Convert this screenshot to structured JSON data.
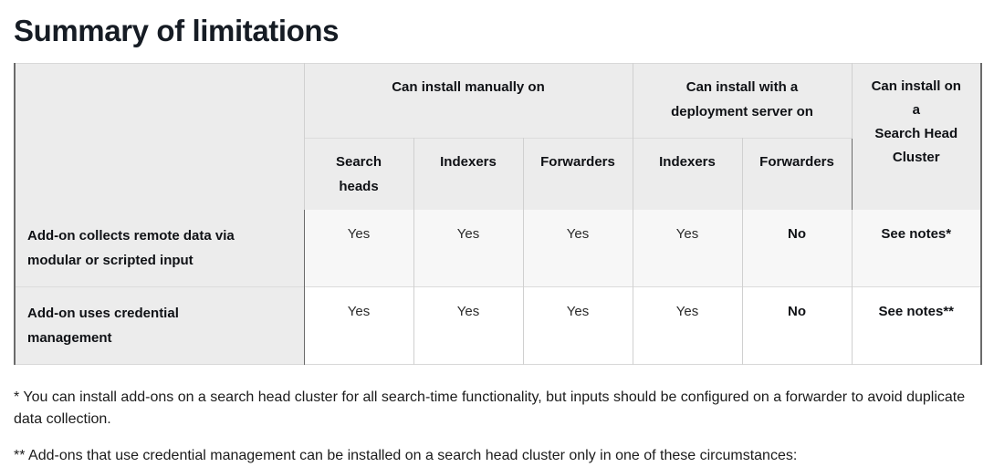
{
  "page": {
    "title": "Summary of limitations"
  },
  "table": {
    "corner_label": "",
    "group_headers": [
      {
        "label": "Can install manually on",
        "span": 3
      },
      {
        "label": "Can install with a\ndeployment server on",
        "span": 2
      }
    ],
    "group_manual": "Can install manually on",
    "group_deploy_line1": "Can install with a",
    "group_deploy_line2": "deployment server on",
    "shc_line1": "Can install on",
    "shc_line2": "a",
    "shc_line3": "Search Head",
    "shc_line4": "Cluster",
    "sub_headers": [
      "Search heads",
      "Indexers",
      "Forwarders",
      "Indexers",
      "Forwarders"
    ],
    "sub_search_heads_line1": "Search",
    "sub_search_heads_line2": "heads",
    "sub_manual_indexers": "Indexers",
    "sub_manual_forwarders": "Forwarders",
    "sub_deploy_indexers": "Indexers",
    "sub_deploy_forwarders": "Forwarders",
    "rows": [
      {
        "label_line1": "Add-on collects remote data via",
        "label_line2": "modular or scripted input",
        "manual_search_heads": "Yes",
        "manual_indexers": "Yes",
        "manual_forwarders": "Yes",
        "deploy_indexers": "Yes",
        "deploy_forwarders": "No",
        "search_head_cluster": "See notes*"
      },
      {
        "label_line1": "Add-on uses credential",
        "label_line2": "management",
        "manual_search_heads": "Yes",
        "manual_indexers": "Yes",
        "manual_forwarders": "Yes",
        "deploy_indexers": "Yes",
        "deploy_forwarders": "No",
        "search_head_cluster": "See notes**"
      }
    ]
  },
  "notes": {
    "note1": "* You can install add-ons on a search head cluster for all search-time functionality, but inputs should be configured on a forwarder to avoid duplicate data collection.",
    "note2": "** Add-ons that use credential management can be installed on a search head cluster only in one of these circumstances:"
  },
  "colors": {
    "title": "#161c24",
    "header_bg": "#ececec",
    "row_a_bg": "#f7f7f7",
    "row_b_bg": "#ffffff",
    "border_dark": "#6b6b6b",
    "border_light": "#d0d0d0"
  }
}
